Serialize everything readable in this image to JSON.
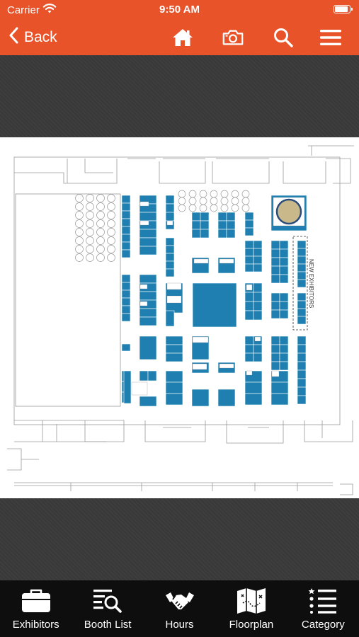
{
  "status_bar": {
    "carrier": "Carrier",
    "time": "9:50 AM"
  },
  "nav": {
    "back_label": "Back",
    "icons": [
      "home-icon",
      "camera-icon",
      "search-icon",
      "menu-icon"
    ]
  },
  "floorplan": {
    "annotation": "NEW EXHIBITORS"
  },
  "tabs": [
    {
      "label": "Exhibitors",
      "icon": "briefcase-icon"
    },
    {
      "label": "Booth List",
      "icon": "list-search-icon"
    },
    {
      "label": "Hours",
      "icon": "handshake-icon"
    },
    {
      "label": "Floorplan",
      "icon": "map-icon"
    },
    {
      "label": "Category",
      "icon": "category-list-icon"
    }
  ],
  "colors": {
    "header": "#e8532a",
    "booth": "#1f7fb0",
    "tab_bar": "#0e0e0e"
  }
}
